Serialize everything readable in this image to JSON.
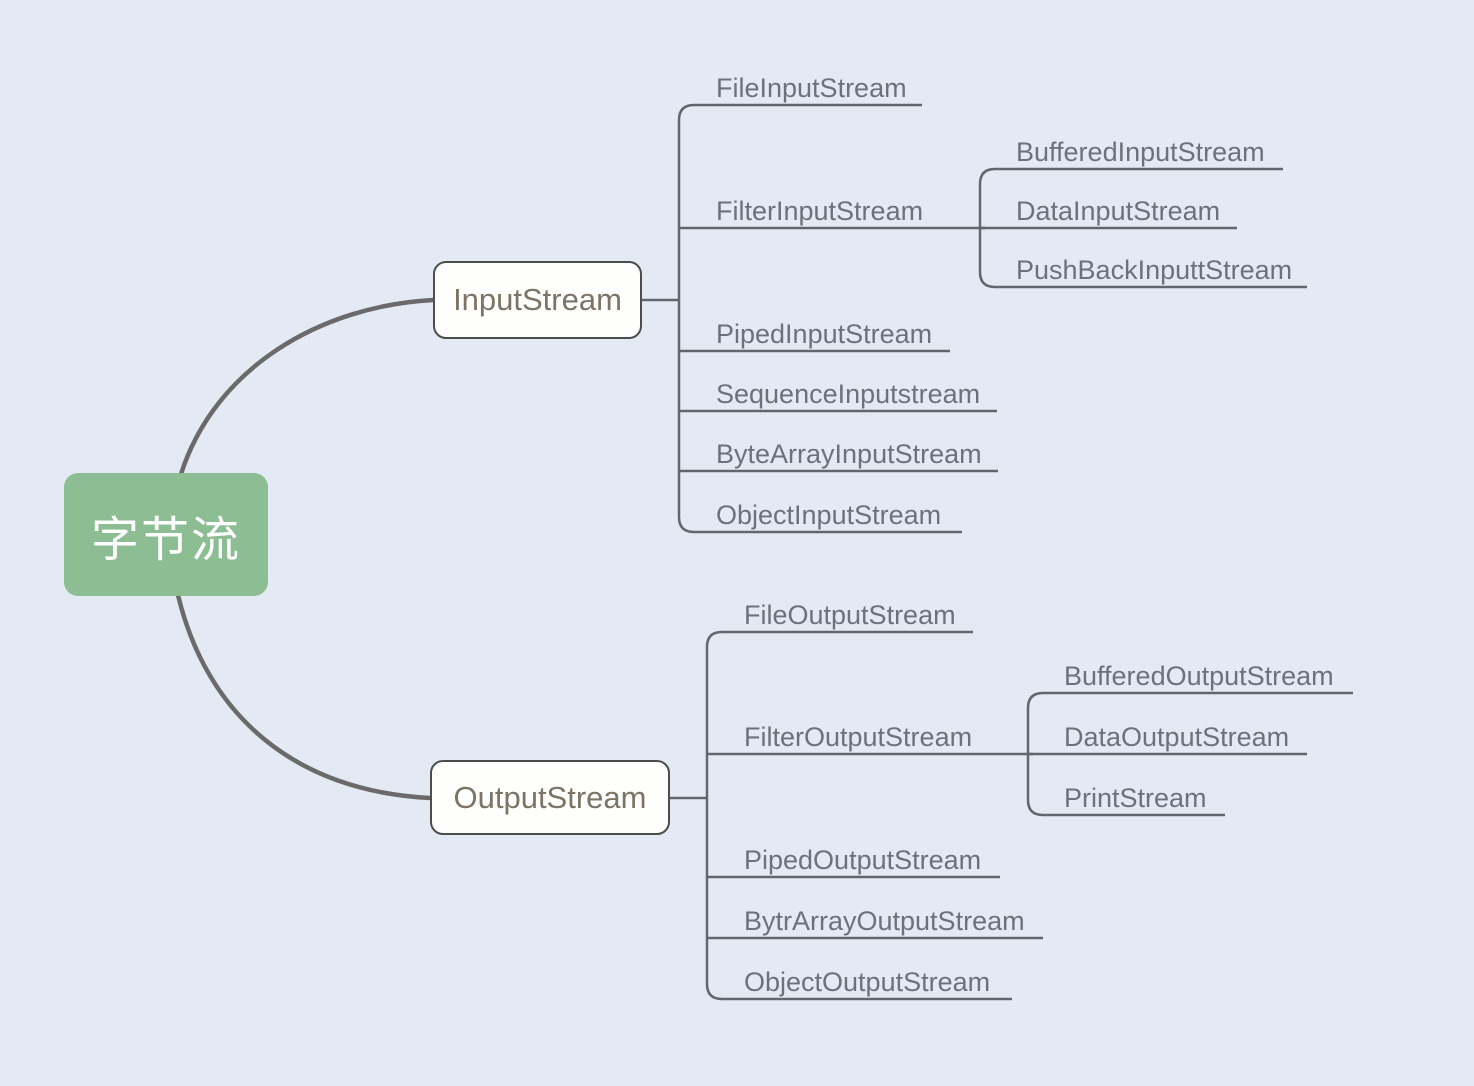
{
  "colors": {
    "background": "#e4eaf4",
    "root_fill": "#8cbd93",
    "root_text": "#ffffff",
    "node_fill": "#fefefc",
    "node_border": "#4d4d4d",
    "node_text": "#7d7466",
    "leaf_text": "#6c727a",
    "connector_line": "#62666d",
    "branch_curve": "#6a6a6a"
  },
  "root": {
    "label": "字节流"
  },
  "branches": [
    {
      "label": "InputStream",
      "children": [
        {
          "label": "FileInputStream"
        },
        {
          "label": "FilterInputStream",
          "children": [
            {
              "label": "BufferedInputStream"
            },
            {
              "label": "DataInputStream"
            },
            {
              "label": "PushBackInputtStream"
            }
          ]
        },
        {
          "label": "PipedInputStream"
        },
        {
          "label": "SequenceInputstream"
        },
        {
          "label": "ByteArrayInputStream"
        },
        {
          "label": "ObjectInputStream"
        }
      ]
    },
    {
      "label": "OutputStream",
      "children": [
        {
          "label": "FileOutputStream"
        },
        {
          "label": "FilterOutputStream",
          "children": [
            {
              "label": "BufferedOutputStream"
            },
            {
              "label": "DataOutputStream"
            },
            {
              "label": "PrintStream"
            }
          ]
        },
        {
          "label": "PipedOutputStream"
        },
        {
          "label": "BytrArrayOutputStream"
        },
        {
          "label": "ObjectOutputStream"
        }
      ]
    }
  ]
}
